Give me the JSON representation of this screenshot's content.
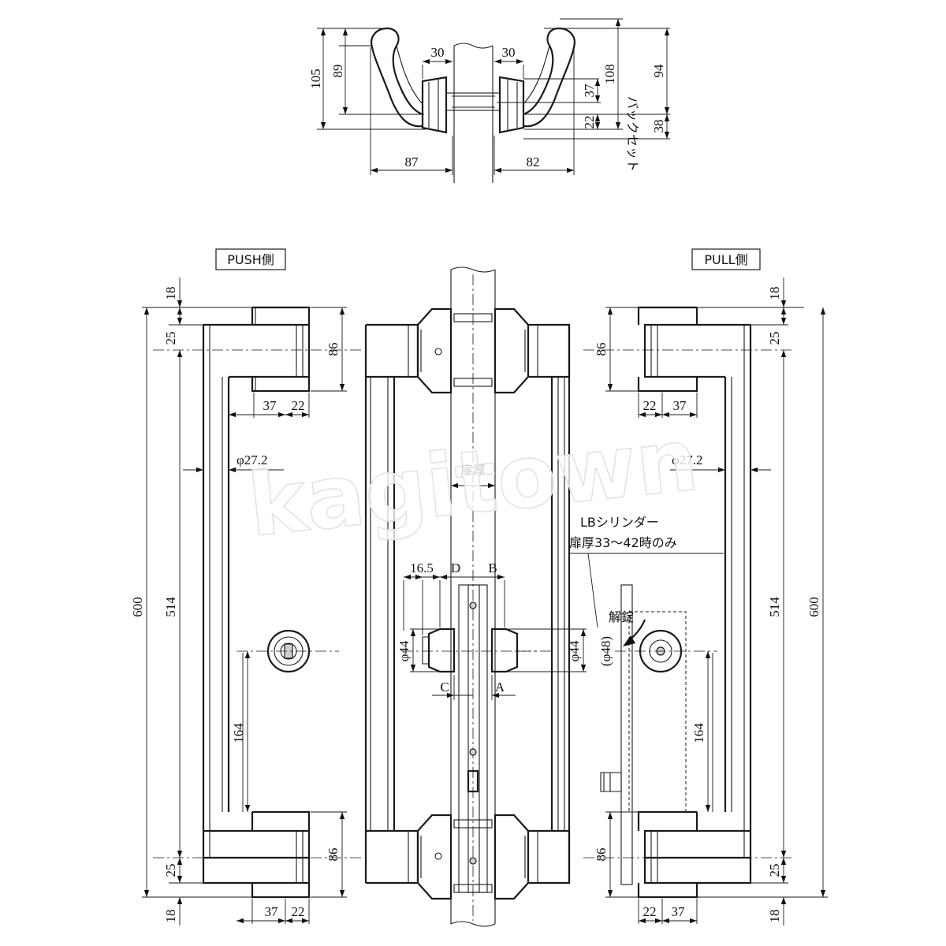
{
  "top_view": {
    "dims": {
      "left_depth": "30",
      "right_depth": "30",
      "left_total_height": "105",
      "left_lever_height": "89",
      "right_total_height": "108",
      "right_lever_height": "94",
      "rose_height": "37",
      "rose_offset": "22",
      "backset_value": "38",
      "left_projection": "87",
      "right_projection": "82"
    },
    "backset_label": "バックセット"
  },
  "push_view": {
    "label": "PUSH側",
    "dims": {
      "top_gap": "18",
      "top_offset": "25",
      "bottom_offset": "25",
      "bottom_gap": "18",
      "overall": "600",
      "pitch": "514",
      "bracket_height_top": "86",
      "bracket_height_bottom": "86",
      "bracket_depth_top": "37",
      "bracket_thick_top": "22",
      "bracket_depth_bottom": "37",
      "bracket_thick_bottom": "22",
      "diameter": "φ27.2",
      "cylinder_height": "164"
    }
  },
  "side_view": {
    "door_thickness_label": "扉厚",
    "dims": {
      "offset": "16.5",
      "label_d": "D",
      "label_b": "B",
      "label_c": "C",
      "label_a": "A",
      "left_diameter": "φ44",
      "right_diameter": "φ44",
      "right_diameter_alt": "(φ48)"
    },
    "note_line1": "LBシリンダー",
    "note_line2": "扉厚33～42時のみ"
  },
  "pull_view": {
    "label": "PULL側",
    "unlock_label": "解錠",
    "dims": {
      "top_gap": "18",
      "top_offset": "25",
      "bottom_offset": "25",
      "bottom_gap": "18",
      "overall": "600",
      "pitch": "514",
      "bracket_height_top": "86",
      "bracket_height_bottom": "86",
      "bracket_thick_top": "22",
      "bracket_depth_top": "37",
      "bracket_thick_bottom": "22",
      "bracket_depth_bottom": "37",
      "diameter": "φ27.2",
      "cylinder_height": "164"
    }
  },
  "watermark": "kagitown"
}
